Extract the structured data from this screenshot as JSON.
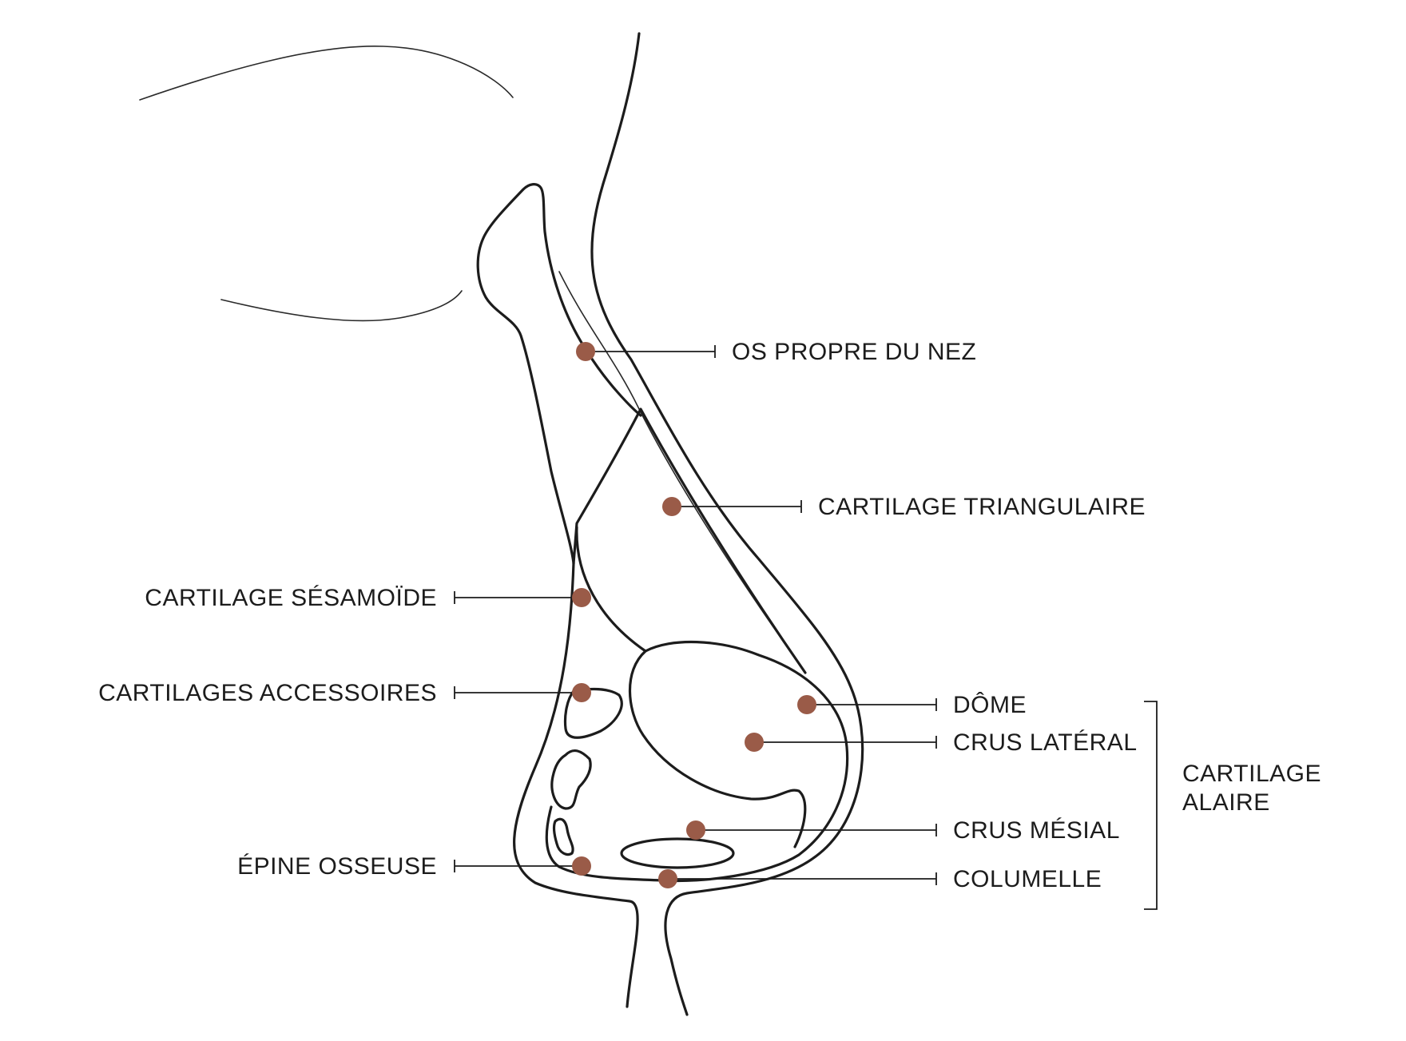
{
  "colors": {
    "marker": "#9a5b48",
    "line": "#1c1c1c",
    "background": "#ffffff"
  },
  "labels": {
    "os_propre_du_nez": "OS PROPRE DU NEZ",
    "cartilage_triangulaire": "CARTILAGE TRIANGULAIRE",
    "cartilage_sesamoide": "CARTILAGE SÉSAMOÏDE",
    "cartilages_accessoires": "CARTILAGES ACCESSOIRES",
    "epine_osseuse": "ÉPINE OSSEUSE",
    "dome": "DÔME",
    "crus_lateral": "CRUS LATÉRAL",
    "crus_mesial": "CRUS MÉSIAL",
    "columelle": "COLUMELLE"
  },
  "group": {
    "line1": "CARTILAGE",
    "line2": "ALAIRE"
  }
}
